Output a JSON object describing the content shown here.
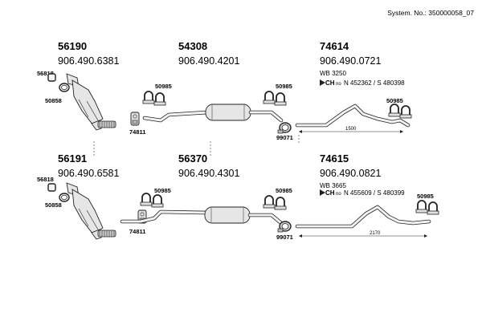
{
  "header": {
    "system_no": "System. No.: 350000058_07"
  },
  "rows": [
    {
      "assemblies": [
        {
          "code": "56190",
          "article": "906.490.6381"
        },
        {
          "code": "54308",
          "article": "906.490.4201"
        },
        {
          "code": "74614",
          "article": "906.490.0721",
          "wheelbase": "WB 3250",
          "chassis_prefix": "CH",
          "chassis_sub": "no",
          "chassis_range": "N 452362 / S 480398"
        }
      ],
      "labels": {
        "gasket_top": "56818",
        "gasket_ring": "50858",
        "clamp_a": "50985",
        "clamp_b": "50985",
        "clamp_c": "50985",
        "bracket_lower": "74811",
        "band_clamp": "99071"
      },
      "dimension": "1500"
    },
    {
      "assemblies": [
        {
          "code": "56191",
          "article": "906.490.6581"
        },
        {
          "code": "56370",
          "article": "906.490.4301"
        },
        {
          "code": "74615",
          "article": "906.490.0821",
          "wheelbase": "WB 3665",
          "chassis_prefix": "CH",
          "chassis_sub": "no",
          "chassis_range": "N 455609 / S 480399"
        }
      ],
      "labels": {
        "gasket_top": "56818",
        "gasket_ring": "50858",
        "clamp_a": "50985",
        "clamp_b": "50985",
        "clamp_c": "50985",
        "bracket_lower": "74811",
        "band_clamp": "99071"
      },
      "dimension": "2170"
    }
  ]
}
